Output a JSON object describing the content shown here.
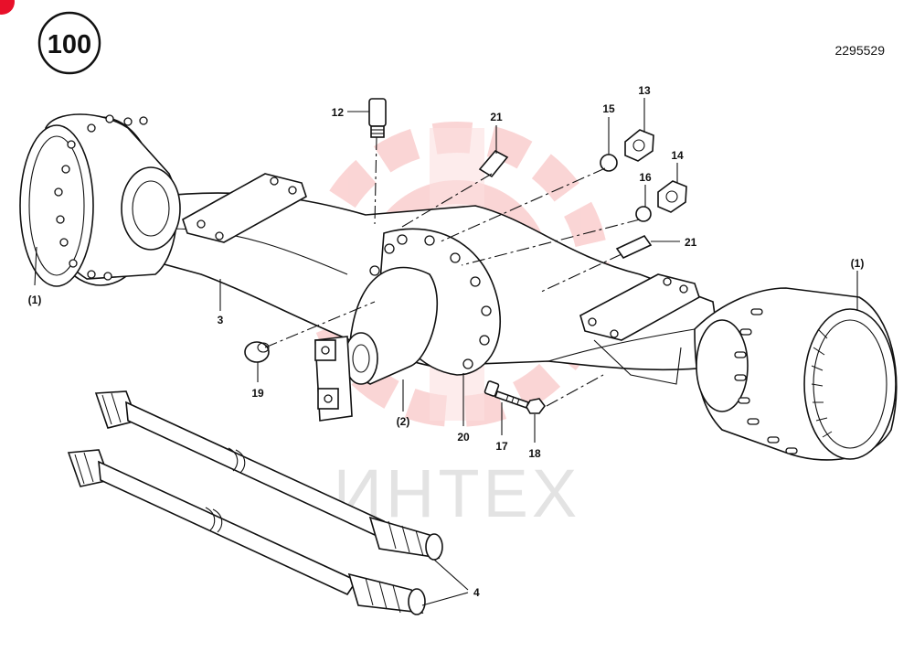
{
  "page_number": "100",
  "doc_code": "2295529",
  "watermark": "ИНТЕХ",
  "colors": {
    "line": "#111111",
    "watermark": "#f5a3a3",
    "badge": "#e8102a"
  },
  "callouts": [
    {
      "id": "c12",
      "text": "12"
    },
    {
      "id": "c21a",
      "text": "21"
    },
    {
      "id": "c15",
      "text": "15"
    },
    {
      "id": "c13",
      "text": "13"
    },
    {
      "id": "c14",
      "text": "14"
    },
    {
      "id": "c16",
      "text": "16"
    },
    {
      "id": "c21b",
      "text": "21"
    },
    {
      "id": "c1a",
      "text": "(1)"
    },
    {
      "id": "c1b",
      "text": "(1)"
    },
    {
      "id": "c3",
      "text": "3"
    },
    {
      "id": "c19",
      "text": "19"
    },
    {
      "id": "c2",
      "text": "(2)"
    },
    {
      "id": "c20",
      "text": "20"
    },
    {
      "id": "c17",
      "text": "17"
    },
    {
      "id": "c18",
      "text": "18"
    },
    {
      "id": "c4",
      "text": "4"
    }
  ]
}
